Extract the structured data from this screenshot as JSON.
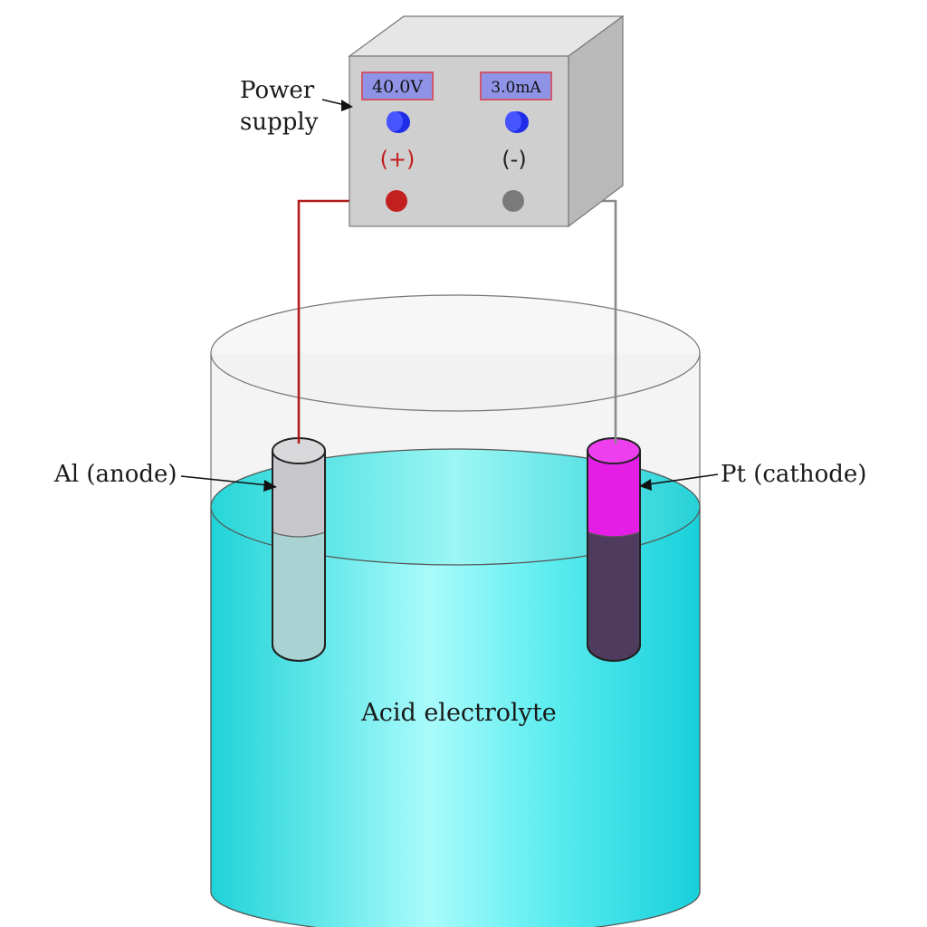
{
  "power_supply": {
    "label_line1": "Power",
    "label_line2": "supply",
    "voltage_display": "40.0V",
    "current_display": "3.0mA",
    "positive_label": "(+)",
    "negative_label": "(-)"
  },
  "electrodes": {
    "anode_label": "Al (anode)",
    "cathode_label": "Pt (cathode)"
  },
  "electrolyte": {
    "label": "Acid electrolyte"
  },
  "colors": {
    "box_front": "#cfcfcf",
    "box_top": "#e6e6e6",
    "box_side": "#b9b9b9",
    "display_fill": "#8f93e6",
    "display_border": "#d0566a",
    "knob": "#1f2ce8",
    "positive": "#c21f1f",
    "negative": "#7a7a7a",
    "wire_positive": "#b11c1c",
    "wire_negative": "#8a8a8a",
    "electrolyte": "#2fe0e6",
    "anode_top": "#c8c8cc",
    "anode_submerged": "#a9d3d3",
    "cathode_top": "#e41ee4",
    "cathode_submerged": "#4f3b5e"
  }
}
